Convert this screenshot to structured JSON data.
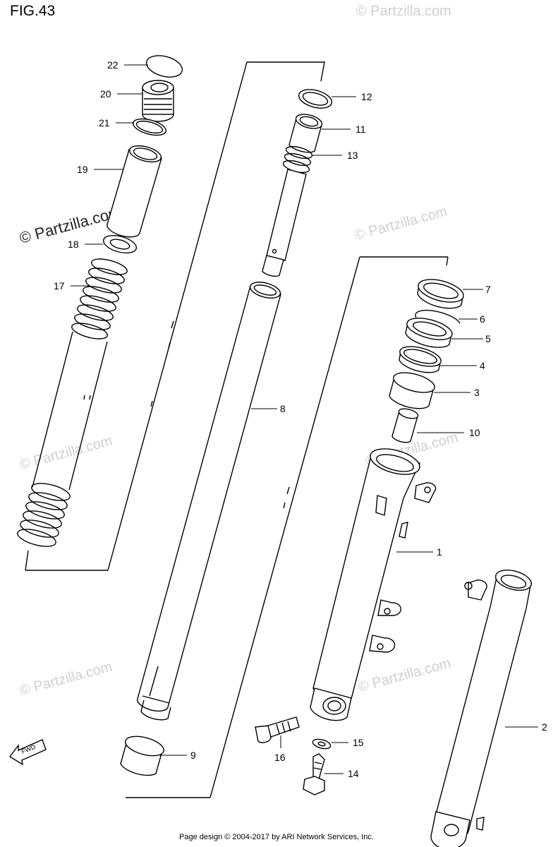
{
  "figure": {
    "title": "FIG.43"
  },
  "watermark": {
    "text": "© Partzilla.com",
    "text_partial": "© Partzilla.com"
  },
  "footer": {
    "text": "Page design © 2004-2017 by ARI Network Services, Inc."
  },
  "fwd_label": "FWD",
  "callouts": [
    {
      "id": "22",
      "label": "22"
    },
    {
      "id": "20",
      "label": "20"
    },
    {
      "id": "21",
      "label": "21"
    },
    {
      "id": "19",
      "label": "19"
    },
    {
      "id": "18",
      "label": "18"
    },
    {
      "id": "17",
      "label": "17"
    },
    {
      "id": "12",
      "label": "12"
    },
    {
      "id": "11",
      "label": "11"
    },
    {
      "id": "13",
      "label": "13"
    },
    {
      "id": "8",
      "label": "8"
    },
    {
      "id": "9",
      "label": "9"
    },
    {
      "id": "7",
      "label": "7"
    },
    {
      "id": "6",
      "label": "6"
    },
    {
      "id": "5",
      "label": "5"
    },
    {
      "id": "4",
      "label": "4"
    },
    {
      "id": "3",
      "label": "3"
    },
    {
      "id": "10",
      "label": "10"
    },
    {
      "id": "1",
      "label": "1"
    },
    {
      "id": "2",
      "label": "2"
    },
    {
      "id": "16",
      "label": "16"
    },
    {
      "id": "15",
      "label": "15"
    },
    {
      "id": "14",
      "label": "14"
    }
  ]
}
